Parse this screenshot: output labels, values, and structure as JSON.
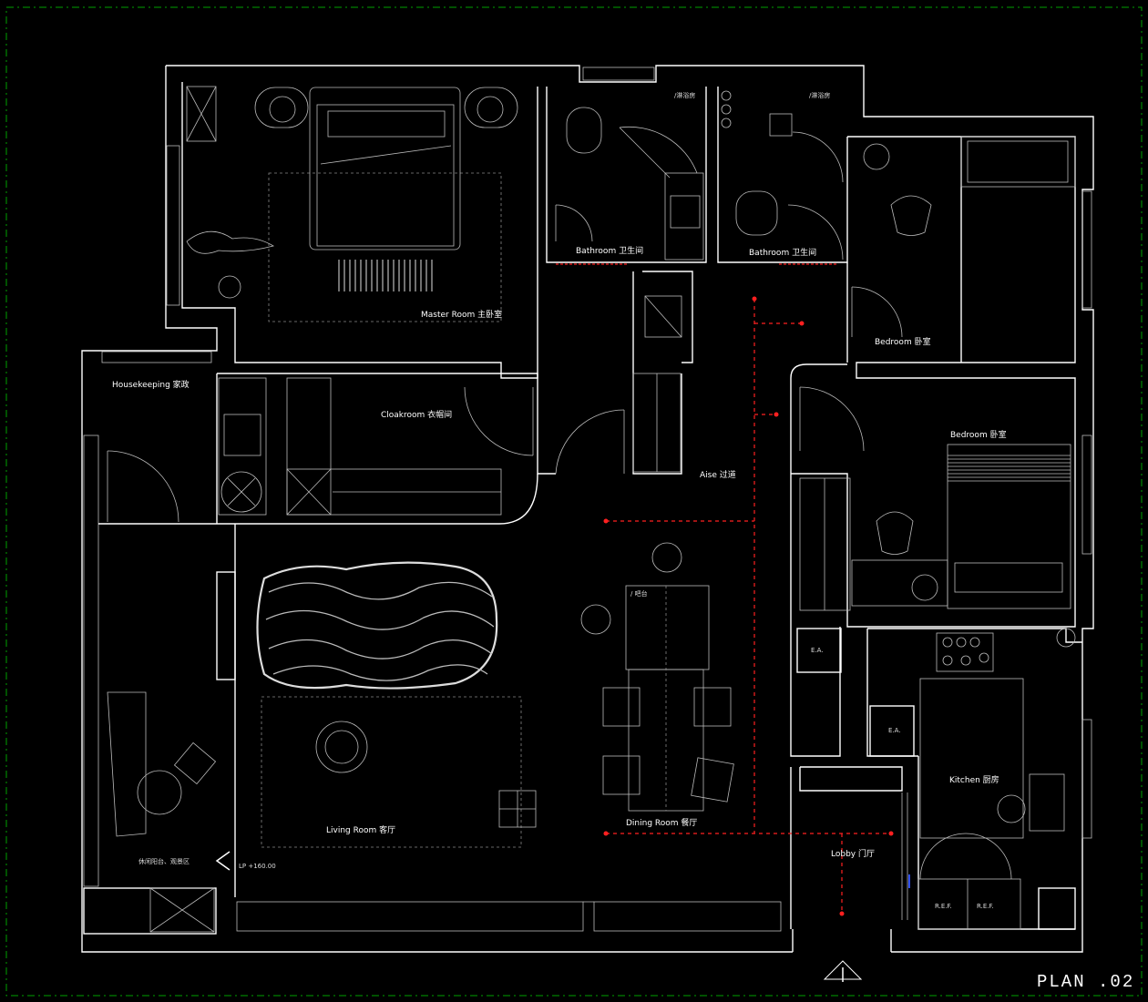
{
  "title": "PLAN .02",
  "rooms": {
    "master": "Master Room 主卧室",
    "bath1": "Bathroom 卫生间",
    "bath2": "Bathroom 卫生间",
    "bedroom1": "Bedroom 卧室",
    "bedroom2": "Bedroom 卧室",
    "housekeeping": "Housekeeping 家政",
    "cloakroom": "Cloakroom 衣帽间",
    "aisle": "Aise 过道",
    "living": "Living Room 客厅",
    "dining": "Dining Room 餐厅",
    "kitchen": "Kitchen 厨房",
    "lobby": "Lobby 门厅"
  },
  "tags": {
    "ea1": "E.A.",
    "ea2": "E.A.",
    "ref1": "R.E.F.",
    "ref2": "R.E.F.",
    "shower1": "/淋浴房",
    "shower2": "/淋浴房",
    "bar": "/ 吧台",
    "balcony": "休闲阳台、观景区",
    "level": "LP +160.00"
  },
  "colors": {
    "background": "#000000",
    "lines": "#ffffff",
    "path": "#ff2020",
    "frame": "#00a000"
  }
}
